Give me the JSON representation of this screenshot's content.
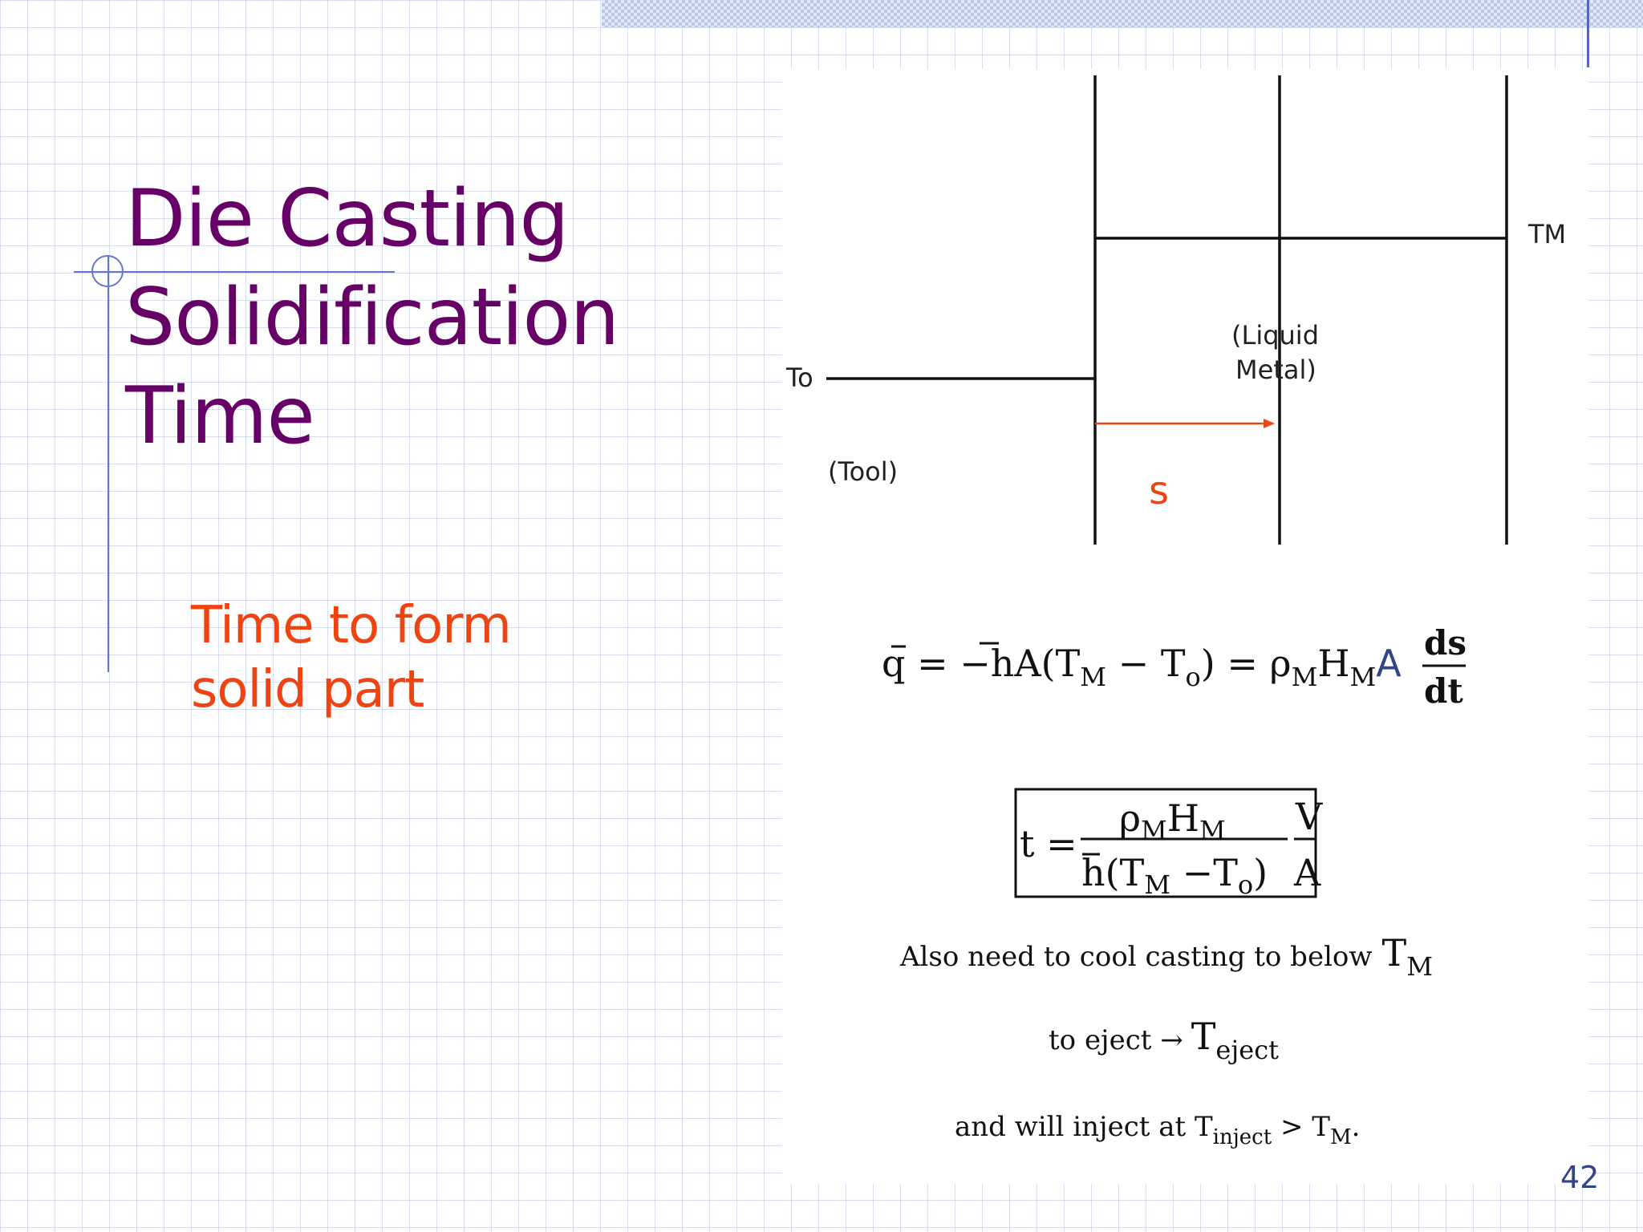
{
  "slide": {
    "title_lines": [
      "Die Casting",
      "Solidification",
      "Time"
    ],
    "bullet_lines": [
      "Time to form",
      "solid part"
    ],
    "page_number": "42",
    "colors": {
      "title": "#660066",
      "bullet": "#ee4411",
      "accent": "#5566bb"
    }
  },
  "diagram": {
    "label_tm": "TM",
    "label_to": "To",
    "label_liquid_1": "(Liquid",
    "label_liquid_2": "Metal)",
    "label_tool": "(Tool)",
    "label_s": "s"
  },
  "equations": {
    "heat_flux": {
      "lhs": "q",
      "mid": " = −",
      "hbar": "h",
      "term1": "A(T",
      "sub_m1": "M",
      "minus": " − T",
      "sub_o1": "o",
      "rhs_open": ") = ρ",
      "sub_m2": "M",
      "rhs_h": "H",
      "sub_m3": "M",
      "rhs_a": "A",
      "frac_num": "ds",
      "frac_den": "dt"
    },
    "time": {
      "lhs": "t =",
      "num_rho": "ρ",
      "num_sub1": "M",
      "num_h": "H",
      "num_sub2": "M",
      "den_hbar": "h",
      "den_rest": "(T",
      "den_sub1": "M",
      "den_minus": " −T",
      "den_sub2": "o",
      "den_close": ")",
      "v": "V",
      "a": "A"
    },
    "note_line1": "Also need to cool casting to below",
    "note_line1_t": "T",
    "note_line1_sub": "M",
    "note_line2": "to eject →",
    "note_line2_t": "T",
    "note_line2_sub": "eject",
    "note_line3": "and will inject at T",
    "note_line3_sub1": "inject",
    "note_line3_mid": " > T",
    "note_line3_sub2": "M",
    "note_line3_end": "."
  }
}
